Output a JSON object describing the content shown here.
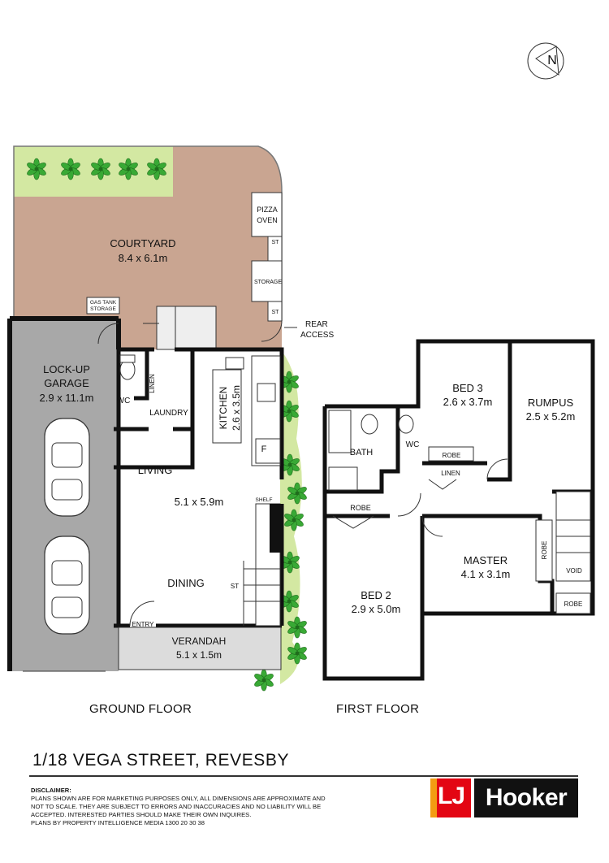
{
  "compass": {
    "label": "N"
  },
  "ground_floor": {
    "caption": "GROUND FLOOR",
    "rooms": {
      "courtyard": {
        "name": "COURTYARD",
        "size": "8.4 x 6.1m"
      },
      "pizza_oven_1": "PIZZA",
      "pizza_oven_2": "OVEN",
      "st_1": "ST",
      "storage": "STORAGE",
      "st_2": "ST",
      "gas_tank_1": "GAS TANK",
      "gas_tank_2": "STORAGE",
      "rear_access_1": "REAR",
      "rear_access_2": "ACCESS",
      "garage_1": "LOCK-UP",
      "garage_2": "GARAGE",
      "garage_size": "2.9 x 11.1m",
      "wc": "WC",
      "linen": "LINEN",
      "laundry": "LAUNDRY",
      "kitchen": "KITCHEN",
      "kitchen_size": "2.6 x 3.5m",
      "fridge": "F",
      "living": "LIVING",
      "living_size": "5.1 x 5.9m",
      "shelf": "SHELF",
      "dining": "DINING",
      "st_3": "ST",
      "entry": "ENTRY",
      "verandah": "VERANDAH",
      "verandah_size": "5.1 x 1.5m"
    }
  },
  "first_floor": {
    "caption": "FIRST FLOOR",
    "rooms": {
      "bath": "BATH",
      "wc": "WC",
      "bed3": "BED 3",
      "bed3_size": "2.6 x 3.7m",
      "robe_bed3": "ROBE",
      "linen": "LINEN",
      "rumpus": "RUMPUS",
      "rumpus_size": "2.5 x 5.2m",
      "robe_bed2": "ROBE",
      "bed2": "BED 2",
      "bed2_size": "2.9 x 5.0m",
      "master": "MASTER",
      "master_size": "4.1 x 3.1m",
      "robe_master": "ROBE",
      "void": "VOID",
      "robe_landing": "ROBE"
    }
  },
  "address": "1/18 VEGA STREET, REVESBY",
  "disclaimer": {
    "title": "DISCLAIMER:",
    "lines": [
      "PLANS SHOWN ARE FOR MARKETING PURPOSES ONLY, ALL DIMENSIONS ARE APPROXIMATE AND",
      "NOT TO SCALE. THEY ARE SUBJECT TO ERRORS AND INACCURACIES AND NO LIABILITY WILL BE",
      "ACCEPTED. INTERESTED PARTIES SHOULD MAKE THEIR OWN INQUIRES.",
      "PLANS BY PROPERTY INTELLIGENCE MEDIA 1300 20 30 38"
    ]
  },
  "logo": {
    "badge": "LJ",
    "text": "Hooker"
  },
  "colors": {
    "courtyard": "#c9a591",
    "garden": "#d3e8a2",
    "garage": "#a8a8a8",
    "verandah": "#dcdcdc",
    "wall": "#111111",
    "plant": "#39a935",
    "brand_red": "#e30613",
    "brand_orange": "#f39c12"
  }
}
